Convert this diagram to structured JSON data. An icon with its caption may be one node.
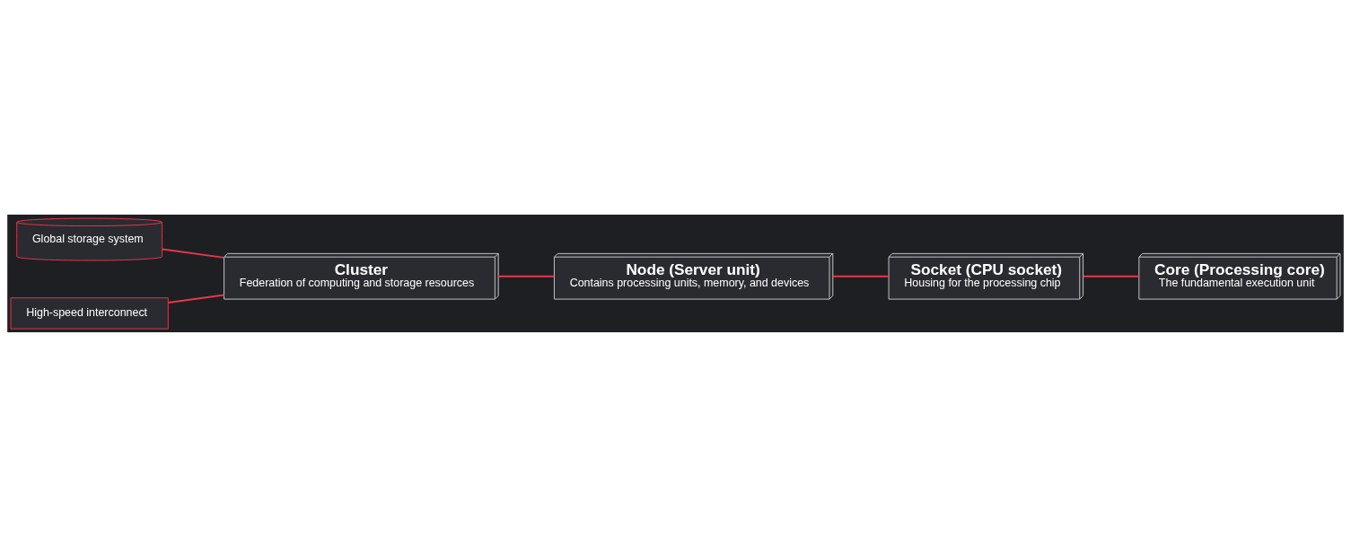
{
  "diagram": {
    "nodes": [
      {
        "text": [
          "Cluster",
          "Federation of computing and storage resources"
        ]
      },
      {
        "text": [
          "Node (Server unit)",
          "Contains processing units, memory, and devices"
        ]
      },
      {
        "text": [
          "Socket (CPU socket)",
          "Housing for the processing chip"
        ]
      },
      {
        "text": [
          "Core (Processing core)",
          "The fundamental execution unit"
        ]
      },
      {
        "text": [
          "Global storage system"
        ]
      },
      {
        "text": [
          "High-speed interconnect"
        ]
      }
    ],
    "edges": [
      {
        "from": 4,
        "to": 0,
        "arrow": "none"
      },
      {
        "from": 5,
        "to": 0,
        "arrow": "none"
      },
      {
        "from": 0,
        "to": 1,
        "arrow": "none"
      },
      {
        "from": 1,
        "to": 2,
        "arrow": "none"
      },
      {
        "from": 2,
        "to": 3,
        "arrow": "none"
      }
    ]
  }
}
